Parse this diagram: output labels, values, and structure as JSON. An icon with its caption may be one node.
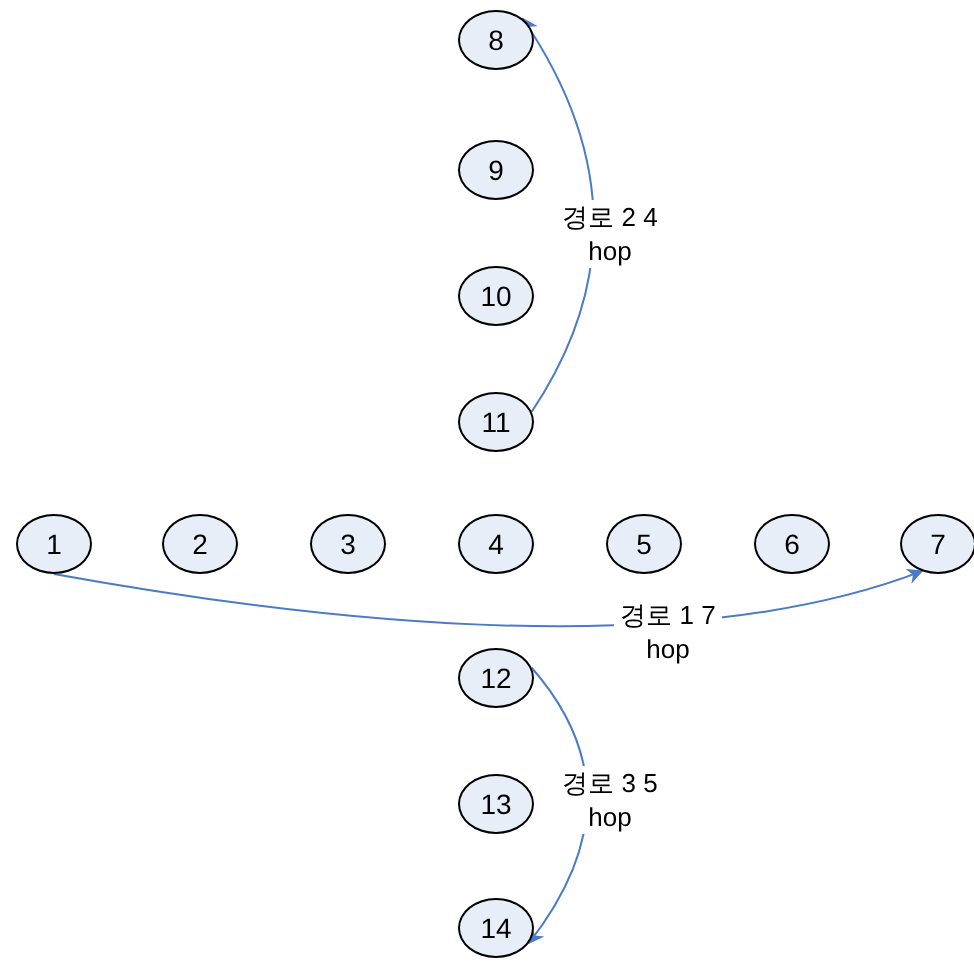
{
  "diagram": {
    "nodes": [
      {
        "text": [
          "1"
        ]
      },
      {
        "text": [
          "2"
        ]
      },
      {
        "text": [
          "3"
        ]
      },
      {
        "text": [
          "4"
        ]
      },
      {
        "text": [
          "5"
        ]
      },
      {
        "text": [
          "6"
        ]
      },
      {
        "text": [
          "7"
        ]
      },
      {
        "text": [
          "8"
        ]
      },
      {
        "text": [
          "9"
        ]
      },
      {
        "text": [
          "10"
        ]
      },
      {
        "text": [
          "11"
        ]
      },
      {
        "text": [
          "12"
        ]
      },
      {
        "text": [
          "13"
        ]
      },
      {
        "text": [
          "14"
        ]
      }
    ],
    "edges": [
      {
        "from": 0,
        "to": 6,
        "arrow": "to",
        "label": "경로 1 7 hop"
      },
      {
        "from": 10,
        "to": 7,
        "arrow": "to",
        "label": "경로 2 4 hop"
      },
      {
        "from": 11,
        "to": 13,
        "arrow": "to",
        "label": "경로 3 5 hop"
      }
    ]
  }
}
